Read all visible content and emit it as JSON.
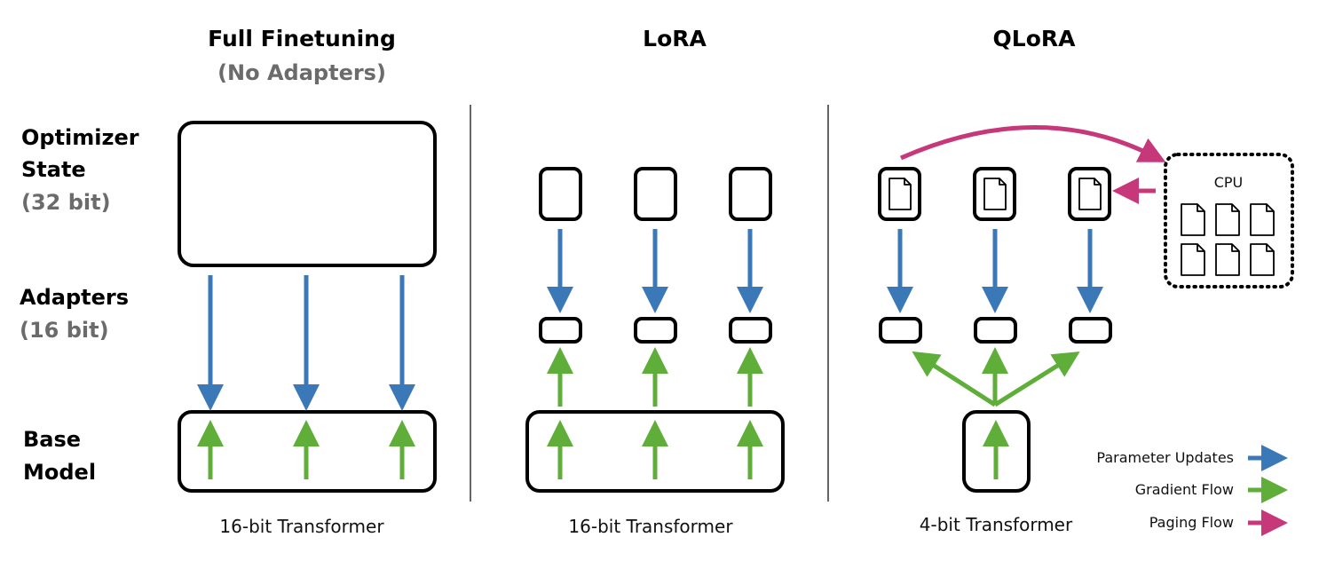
{
  "columns": {
    "full": {
      "title": "Full Finetuning",
      "subtitle": "(No Adapters)",
      "caption": "16-bit Transformer"
    },
    "lora": {
      "title": "LoRA",
      "caption": "16-bit Transformer"
    },
    "qlora": {
      "title": "QLoRA",
      "caption": "4-bit Transformer"
    }
  },
  "rows": {
    "optimizer": {
      "line1": "Optimizer",
      "line2": "State",
      "sub": "(32 bit)"
    },
    "adapters": {
      "line1": "Adapters",
      "sub": "(16 bit)"
    },
    "base": {
      "line1": "Base",
      "line2": "Model"
    }
  },
  "cpu": {
    "label": "CPU"
  },
  "legend": [
    {
      "label": "Parameter Updates",
      "color": "#3a78b8"
    },
    {
      "label": "Gradient Flow",
      "color": "#5fae3a"
    },
    {
      "label": "Paging Flow",
      "color": "#c7387a"
    }
  ],
  "colors": {
    "blue": "#3a78b8",
    "green": "#5fae3a",
    "magenta": "#c7387a"
  }
}
